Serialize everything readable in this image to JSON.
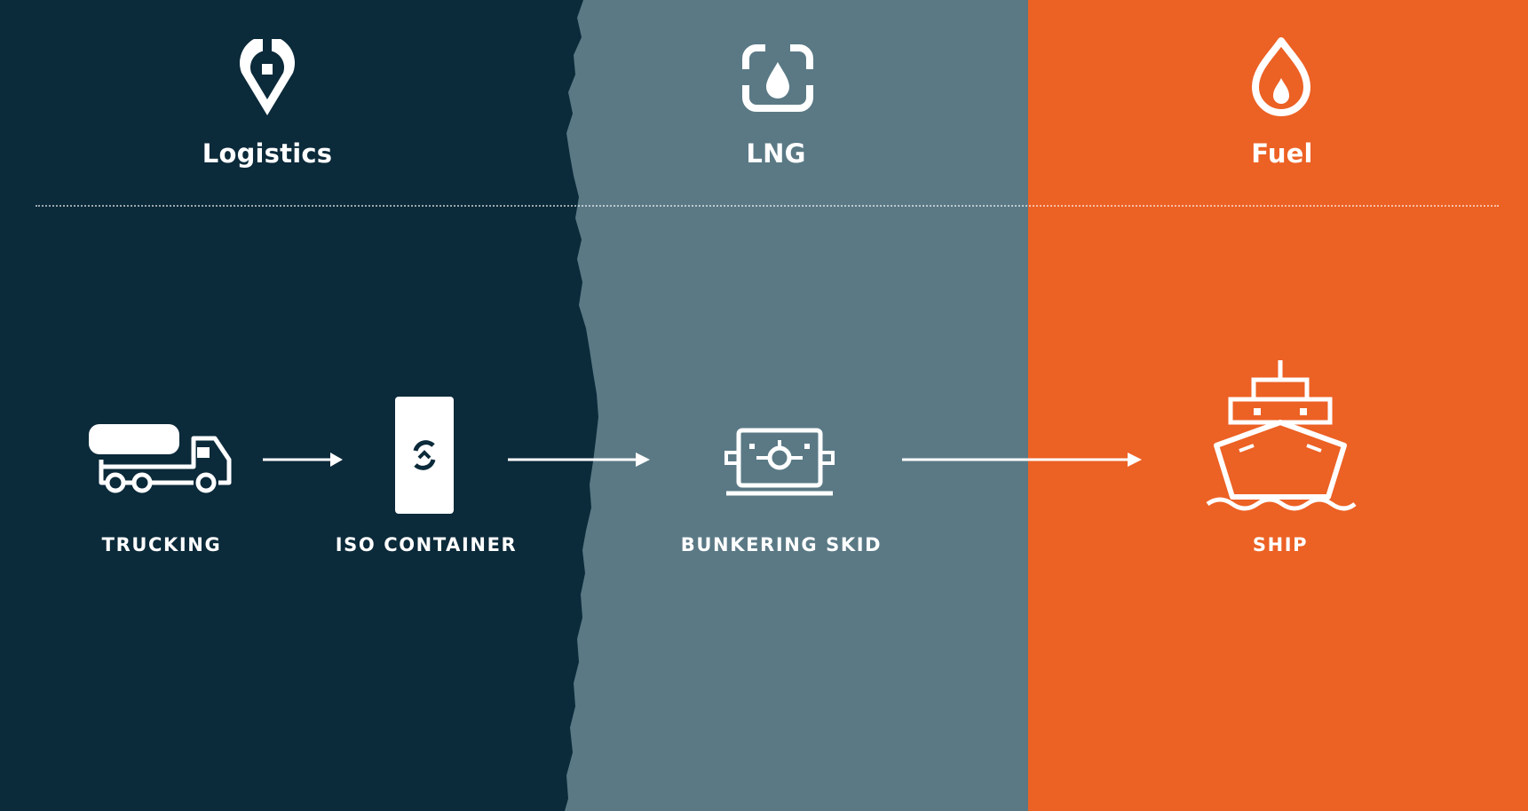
{
  "colors": {
    "navy": "#0b2a3a",
    "slate": "#5a7985",
    "orange": "#ec6124",
    "white": "#ffffff"
  },
  "sections": [
    {
      "title": "Logistics",
      "icon": "map-pin-icon"
    },
    {
      "title": "LNG",
      "icon": "lng-tank-drop-icon"
    },
    {
      "title": "Fuel",
      "icon": "flame-drop-icon"
    }
  ],
  "flow": [
    {
      "label": "TRUCKING",
      "icon": "tanker-truck-icon"
    },
    {
      "label": "ISO CONTAINER",
      "icon": "iso-container-icon"
    },
    {
      "label": "BUNKERING SKID",
      "icon": "bunkering-skid-icon"
    },
    {
      "label": "SHIP",
      "icon": "ship-icon"
    }
  ]
}
